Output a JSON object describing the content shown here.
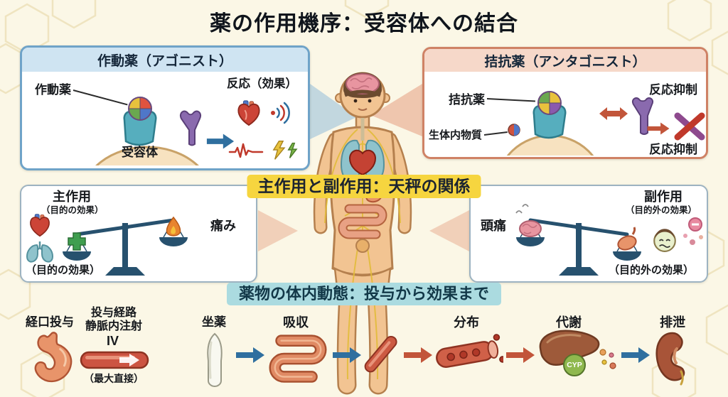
{
  "title": "薬の作用機序：受容体への結合",
  "agonist": {
    "title": "作動薬（アゴニスト）",
    "drug": "作動薬",
    "receptor": "受容体",
    "response": "反応（効果）"
  },
  "antagonist": {
    "title": "拮抗薬（アンタゴニスト）",
    "drug": "拮抗薬",
    "endogenous": "生体内物質",
    "inhibition_top": "反応抑制",
    "inhibition_bottom": "反応抑制"
  },
  "balance": {
    "banner": "主作用と副作用：天秤の関係",
    "main": {
      "title": "主作用",
      "subtitle": "（目的の効果）",
      "item": "痛み",
      "footer": "（目的の効果）"
    },
    "side": {
      "title": "副作用",
      "subtitle": "（目的外の効果）",
      "item": "頭痛",
      "footer": "（目的外の効果）"
    }
  },
  "pk": {
    "banner": "薬物の体内動態：投与から効果まで",
    "oral": "経口投与",
    "route": "投与経路",
    "iv_line1": "静脈内注射",
    "iv_line2": "IV",
    "iv_note": "（最大直接）",
    "suppository": "坐薬",
    "absorption": "吸収",
    "distribution": "分布",
    "metabolism": "代謝",
    "cyp": "CYP",
    "excretion": "排泄"
  },
  "colors": {
    "agonist_accent": "#6fa3c8",
    "antagonist_accent": "#cf8265",
    "banner_yellow": "#f6d53f",
    "banner_teal": "#abdbe0",
    "arrow_blue": "#2f6f9f",
    "arrow_red": "#c2553a"
  }
}
